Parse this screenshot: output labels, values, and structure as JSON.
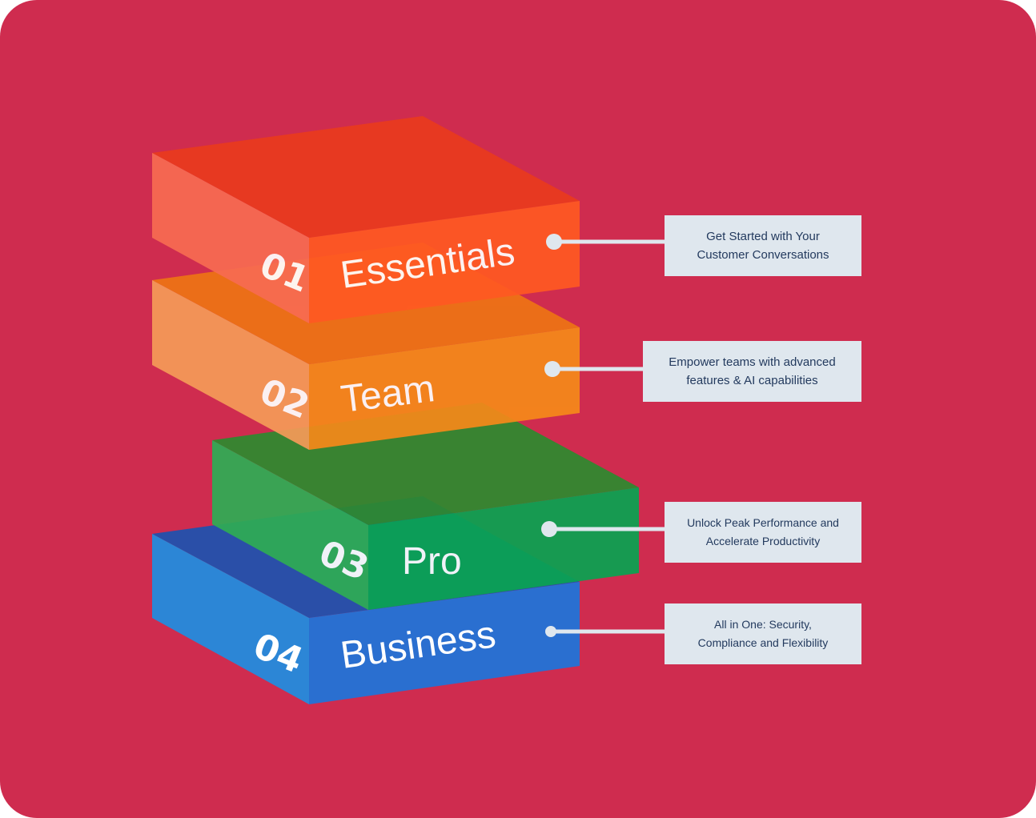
{
  "colors": {
    "background": "#cf2c4f",
    "essentials": "#f2542c",
    "team": "#f5891a",
    "pro": "#1aa74e",
    "business": "#2a6fd0",
    "connector": "#dfe7ee",
    "desc_text": "#233a5e"
  },
  "tiers": [
    {
      "number": "01",
      "name": "Essentials",
      "description": [
        "Get Started with Your",
        "Customer Conversations"
      ]
    },
    {
      "number": "02",
      "name": "Team",
      "description": [
        "Empower teams with advanced",
        "features & AI capabilities"
      ]
    },
    {
      "number": "03",
      "name": "Pro",
      "description": [
        "Unlock Peak Performance and",
        "Accelerate Productivity"
      ]
    },
    {
      "number": "04",
      "name": "Business",
      "description": [
        "All in One: Security,",
        "Compliance and Flexibility"
      ]
    }
  ]
}
